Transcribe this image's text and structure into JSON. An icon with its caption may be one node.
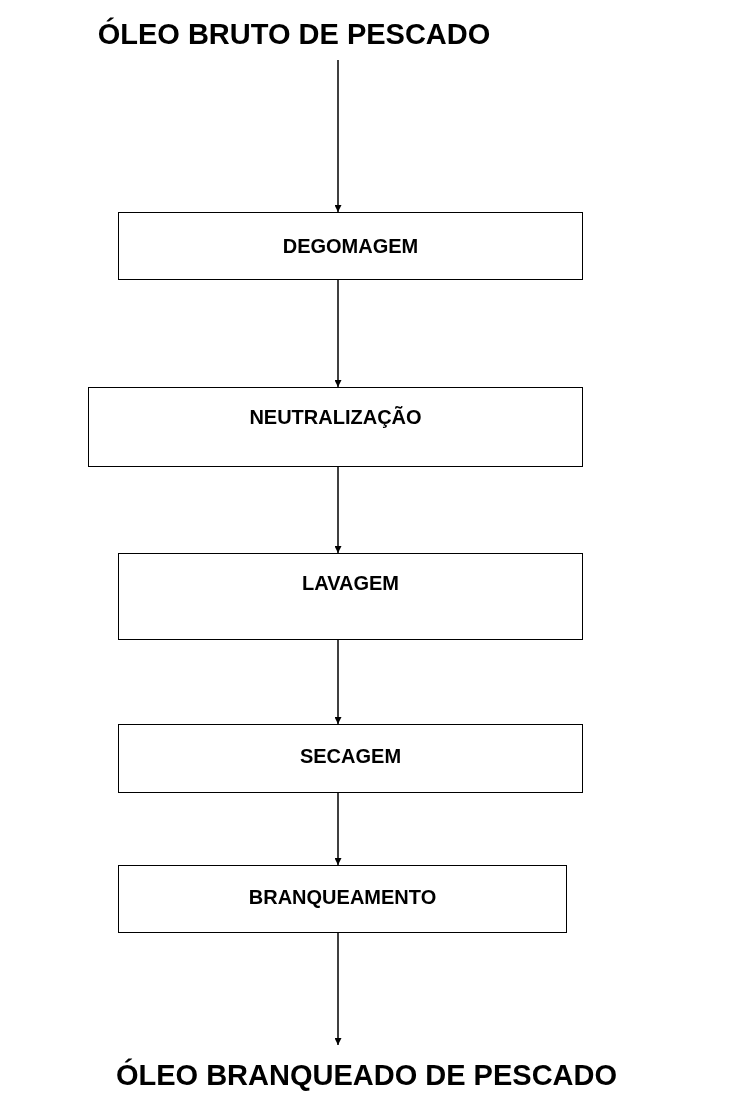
{
  "diagram": {
    "nodes": [
      {
        "text": [
          "ÓLEO BRUTO DE PESCADO"
        ]
      },
      {
        "text": [
          "DEGOMAGEM"
        ]
      },
      {
        "text": [
          "NEUTRALIZAÇÃO"
        ]
      },
      {
        "text": [
          "LAVAGEM"
        ]
      },
      {
        "text": [
          "SECAGEM"
        ]
      },
      {
        "text": [
          "BRANQUEAMENTO"
        ]
      },
      {
        "text": [
          "ÓLEO BRANQUEADO DE PESCADO"
        ]
      }
    ],
    "edges": [
      {
        "from": 0,
        "to": 1,
        "arrow": "to"
      },
      {
        "from": 1,
        "to": 2,
        "arrow": "to"
      },
      {
        "from": 2,
        "to": 3,
        "arrow": "to"
      },
      {
        "from": 3,
        "to": 4,
        "arrow": "to"
      },
      {
        "from": 4,
        "to": 5,
        "arrow": "to"
      },
      {
        "from": 5,
        "to": 6,
        "arrow": "to"
      }
    ]
  }
}
